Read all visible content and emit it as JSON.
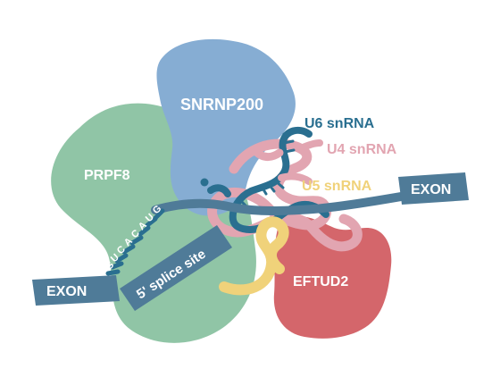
{
  "labels": {
    "exon_left": "EXON",
    "exon_right": "EXON",
    "splice_site": "5' splice site",
    "snrnp200": "SNRNP200",
    "prpf8": "PRPF8",
    "eftud2": "EFTUD2",
    "u6": "U6 snRNA",
    "u4": "U4 snRNA",
    "u5": "U5 snRNA"
  },
  "sequence": {
    "nucleotides": [
      "G",
      "U",
      "A",
      "C",
      "A",
      "C",
      "U",
      "G"
    ]
  },
  "colors": {
    "exon": "#4f7b98",
    "snrnp200": "#86add3",
    "prpf8": "#90c5a6",
    "eftud2": "#d4666b",
    "u6": "#2a6f90",
    "u4": "#e2a5b1",
    "u5": "#f0d27a",
    "white_text": "#ffffff"
  }
}
